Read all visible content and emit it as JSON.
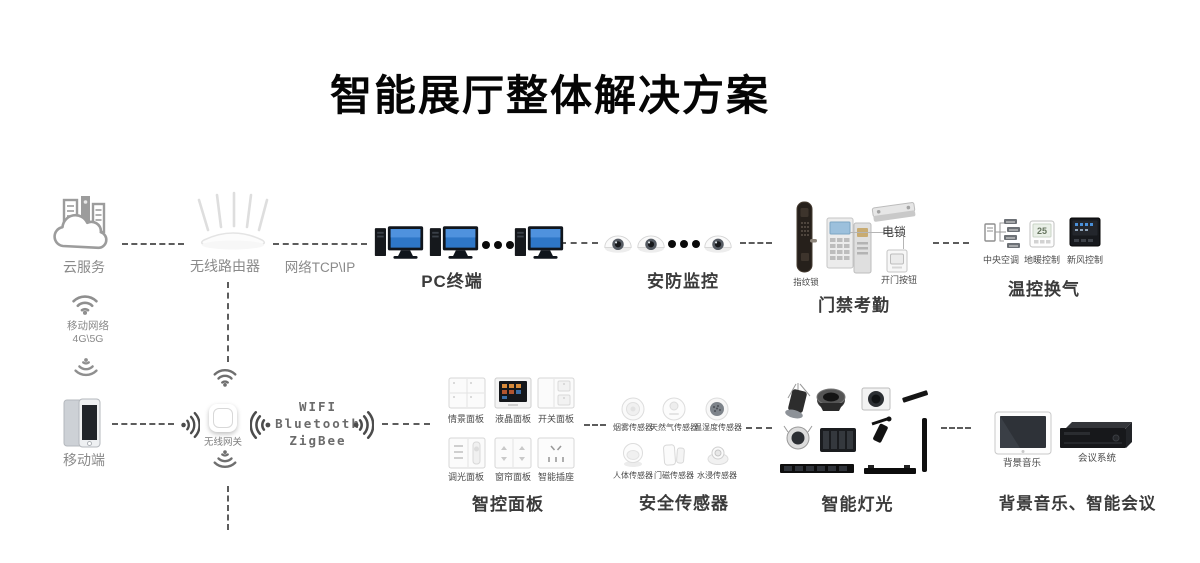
{
  "title": "智能展厅整体解决方案",
  "left_column": {
    "cloud_label": "云服务",
    "mobile_network_label": "移动网络",
    "mobile_network_sub": "4G\\5G",
    "mobile_label": "移动端"
  },
  "top_row": {
    "router_label": "无线路由器",
    "network_label": "网络TCP\\IP",
    "pc_label": "PC终端",
    "cctv_label": "安防监控",
    "access": {
      "group_label": "门禁考勤",
      "fingerprint_lock": "指纹锁",
      "electric_lock": "电锁",
      "door_button": "开门按钮"
    },
    "hvac": {
      "group_label": "温控换气",
      "thermostat_value": "25",
      "items": [
        "中央空调",
        "地暖控制",
        "新风控制"
      ]
    }
  },
  "middle_row": {
    "gateway_label": "无线网关",
    "protocols": [
      "WIFI",
      "Bluetooth",
      "ZigBee"
    ],
    "panels": {
      "group_label": "智控面板",
      "items": [
        "情景面板",
        "液晶面板",
        "开关面板",
        "调光面板",
        "窗帘面板",
        "智能插座"
      ]
    },
    "sensors": {
      "group_label": "安全传感器",
      "items": [
        "烟雾传感器",
        "天然气传感器",
        "温湿度传感器",
        "人体传感器",
        "门磁传感器",
        "水浸传感器"
      ]
    },
    "lighting_label": "智能灯光",
    "av": {
      "group_label": "背景音乐、智能会议",
      "items": [
        "背景音乐",
        "会议系统"
      ]
    }
  }
}
